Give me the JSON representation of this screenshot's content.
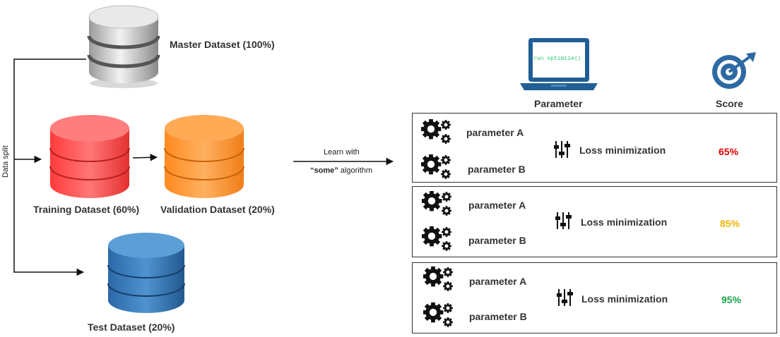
{
  "datasets": {
    "master": "Master Dataset (100%)",
    "training": "Training Dataset (60%)",
    "validation": "Validation Dataset (20%)",
    "test": "Test Dataset (20%)"
  },
  "split_label": "Data split",
  "learn": {
    "line1": "Learn with",
    "bold": "“some”",
    "rest": " algorithm"
  },
  "laptop_code": "run optimize()",
  "headers": {
    "parameter": "Parameter",
    "score": "Score"
  },
  "rows": [
    {
      "param_a": "parameter A",
      "param_b": "parameter B",
      "loss": "Loss minimization",
      "score": "65%",
      "color": "#e00000"
    },
    {
      "param_a": "parameter A",
      "param_b": "parameter B",
      "loss": "Loss minimization",
      "score": "85%",
      "color": "#f0b400"
    },
    {
      "param_a": "parameter A",
      "param_b": "parameter B",
      "loss": "Loss minimization",
      "score": "95%",
      "color": "#1aa34a"
    }
  ],
  "colors": {
    "master": "#c8c8c8",
    "training": "#ff5a5a",
    "validation": "#ff9a3c",
    "test": "#3f7fbf",
    "laptop": "#1f5f96",
    "code_text": "#2ecc71",
    "target": "#2d6aa3"
  }
}
